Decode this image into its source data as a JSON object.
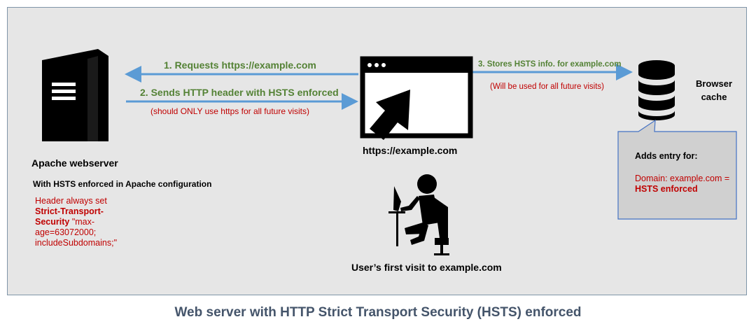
{
  "server": {
    "title": "Apache webserver",
    "subtitle": "With HSTS enforced in Apache configuration",
    "config_line1": "Header always set",
    "config_bold": "Strict-Transport-Security",
    "config_rest": "\"max-age=63072000; includeSubdomains;\""
  },
  "arrows": {
    "step1": "1. Requests https://example.com",
    "step2": "2. Sends HTTP header with HSTS enforced",
    "step2_note": "(should ONLY use https for all future visits)",
    "step3": "3. Stores HSTS info. for example.com",
    "step3_note": "(Will be used for all future visits)"
  },
  "browser": {
    "label": "https://example.com"
  },
  "cache": {
    "label": "Browser cache",
    "callout_title": "Adds entry for:",
    "callout_domain": "Domain: example.com =",
    "callout_status": "HSTS enforced"
  },
  "user": {
    "label": "User’s first visit to example.com"
  },
  "caption": "Web server with HTTP Strict Transport Security (HSTS) enforced",
  "colors": {
    "arrow": "#5b9bd5",
    "green_text": "#548235",
    "red_text": "#c00000",
    "caption": "#44546a"
  }
}
